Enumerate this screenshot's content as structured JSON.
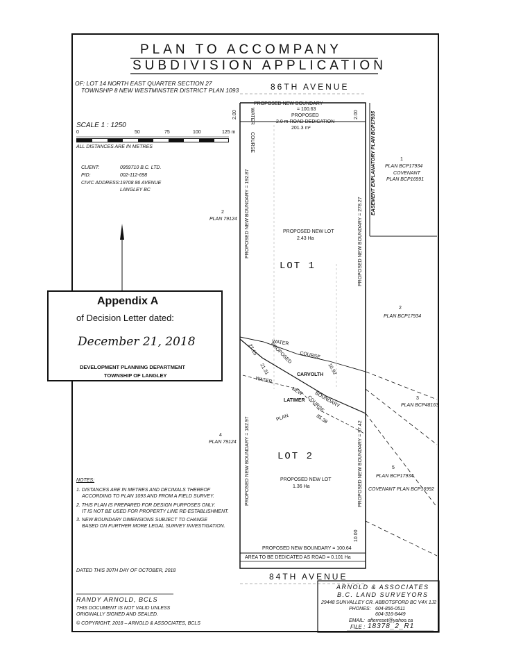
{
  "title": {
    "line1": "PLAN TO ACCOMPANY",
    "line2": "SUBDIVISION APPLICATION"
  },
  "legal": {
    "line1": "OF: LOT 14 NORTH EAST QUARTER SECTION 27",
    "line2": "TOWNSHIP 8 NEW WESTMINSTER DISTRICT PLAN 1093"
  },
  "scale": {
    "label": "SCALE  1 : 1250",
    "ticks": [
      "0",
      "50",
      "75",
      "100",
      "125 m"
    ],
    "units_note": "ALL DISTANCES ARE IN METRES"
  },
  "client": {
    "labels": [
      "CLIENT:",
      "PID:",
      "CIVIC ADDRESS:"
    ],
    "values": [
      "0959710 B.C. LTD.",
      "002-112-698",
      "19708 86 AVENUE",
      "LANGLEY BC"
    ]
  },
  "streets": {
    "north": "86TH   AVENUE",
    "south": "84TH   AVENUE"
  },
  "top_boundary": {
    "label": "PROPOSED    NEW    BOUNDARY",
    "value": "= 100.63",
    "left_dim": "2.00",
    "right_dim": "2.00"
  },
  "road_dedication": {
    "line1": "PROPOSED",
    "line2": "2.0 m ROAD DEDICATION",
    "line3": "201.3 m²"
  },
  "lot1": {
    "label": "LOT 1",
    "desc": "PROPOSED NEW LOT",
    "area": "2.43 Ha",
    "west": "PROPOSED NEW BOUNDARY = 192.87",
    "east": "PROPOSED NEW BOUNDARY = 278.27"
  },
  "lot2": {
    "label": "LOT 2",
    "desc": "PROPOSED NEW LOT",
    "area": "1.36 Ha",
    "west": "PROPOSED NEW BOUNDARY = 182.97",
    "east": "PROPOSED NEW BOUNDARY = 97.42"
  },
  "watercourse": {
    "upper_a": "WATER",
    "upper_b": "COURSE",
    "top_a": "WATER",
    "top_b": "COURSE",
    "lower_a": "WATER",
    "lower_b": "COURSE",
    "dim_left": "27.15",
    "dim_mid": "21.31",
    "dim_right": "85.38",
    "dim_top": "10.92",
    "proposed": "PROPOSED",
    "new": "NEW",
    "boundary": "BOUNDARY",
    "carvolth": "CARVOLTH",
    "latimer": "LATIMER",
    "plan": "PLAN"
  },
  "easement": "EASEMENT EXPLANATORY PLAN BCP17935",
  "neighbours": {
    "n1_num": "1",
    "n1_plan": "PLAN BCP17934",
    "n1_cov1": "COVENANT",
    "n1_cov2": "PLAN BCP16991",
    "w2_num": "2",
    "w2_plan": "PLAN 79124",
    "e2_num": "2",
    "e2_plan": "PLAN BCP17934",
    "e3_num": "3",
    "e3_plan": "PLAN BCP48163",
    "w4_num": "4",
    "w4_plan": "PLAN 79124",
    "e5_num": "5",
    "e5_plan": "PLAN BCP17934",
    "e5_cov": "COVENANT PLAN BCP16992"
  },
  "bottom": {
    "boundary": "PROPOSED NEW BOUNDARY = 100.64",
    "road": "AREA TO BE DEDICATED AS ROAD = 0.101 Ha",
    "left_dim": "10.00"
  },
  "notes": {
    "heading": "NOTES:",
    "items": [
      "1. DISTANCES ARE IN METRES AND DECIMALS THEREOF",
      "ACCORDING TO PLAN 1093 AND FROM A FIELD SURVEY.",
      "2. THIS PLAN IS PREPARED FOR DESIGN PURPOSES ONLY.",
      "IT IS NOT BE USED FOR PROPERTY LINE RE-ESTABLISHMENT.",
      "3. NEW BOUNDARY DIMENSIONS SUBJECT TO CHANGE",
      "BASED ON FURTHER MORE LEGAL SURVEY INVESTIGATION."
    ]
  },
  "dated": "DATED THIS 30TH DAY OF OCTOBER, 2018",
  "signature": {
    "name": "RANDY  ARNOLD,  BCLS",
    "line1": "THIS DOCUMENT IS NOT VALID UNLESS",
    "line2": "ORIGINALLY SIGNED AND SEALED.",
    "copyright": "© COPYRIGHT, 2018 – ARNOLD & ASSOCIATES, BCLS"
  },
  "surveyor": {
    "name1": "ARNOLD  &  ASSOCIATES",
    "name2": "B.C.  LAND  SURVEYORS",
    "address": "29448 SUNVALLEY CR.  ABBOTSFORD  BC  V4X 1J2",
    "phones_label": "PHONES:",
    "phone1": "604-856-0511",
    "phone2": "604-316-8449",
    "email_label": "EMAIL:",
    "email": "afterreset@yahoo.ca",
    "file_label": "FILE :",
    "file": "18378_2_R1"
  },
  "stamp": {
    "heading": "Appendix A",
    "line": "of Decision Letter dated:",
    "date": "December 21, 2018",
    "dept": "DEVELOPMENT PLANNING DEPARTMENT",
    "township": "TOWNSHIP OF LANGLEY"
  }
}
